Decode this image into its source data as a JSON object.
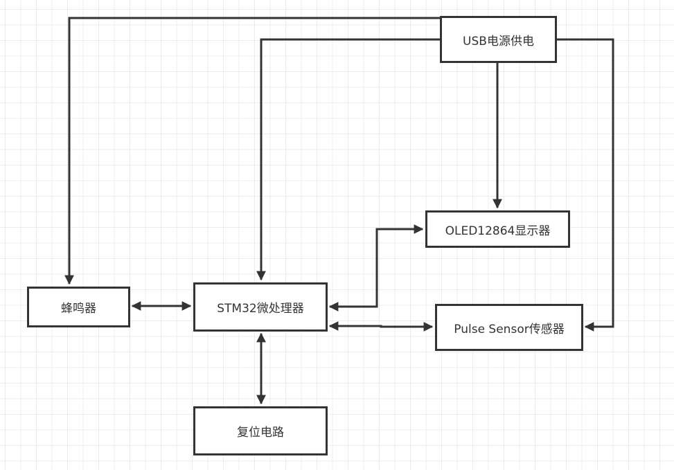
{
  "diagram": {
    "type": "block-diagram",
    "line_color": "#333333",
    "nodes": [
      {
        "id": "usb",
        "label": "USB电源供电"
      },
      {
        "id": "oled",
        "label": "OLED12864显示器"
      },
      {
        "id": "pulse",
        "label": "Pulse Sensor传感器"
      },
      {
        "id": "buzzer",
        "label": "蜂鸣器"
      },
      {
        "id": "mcu",
        "label": "STM32微处理器"
      },
      {
        "id": "reset",
        "label": "复位电路"
      }
    ],
    "edges": [
      {
        "from": "usb",
        "to": "buzzer",
        "direction": "forward"
      },
      {
        "from": "usb",
        "to": "mcu",
        "direction": "forward"
      },
      {
        "from": "usb",
        "to": "oled",
        "direction": "forward"
      },
      {
        "from": "usb",
        "to": "pulse",
        "direction": "forward"
      },
      {
        "from": "mcu",
        "to": "oled",
        "direction": "both"
      },
      {
        "from": "mcu",
        "to": "pulse",
        "direction": "both"
      },
      {
        "from": "mcu",
        "to": "buzzer",
        "direction": "both"
      },
      {
        "from": "mcu",
        "to": "reset",
        "direction": "both"
      }
    ]
  }
}
